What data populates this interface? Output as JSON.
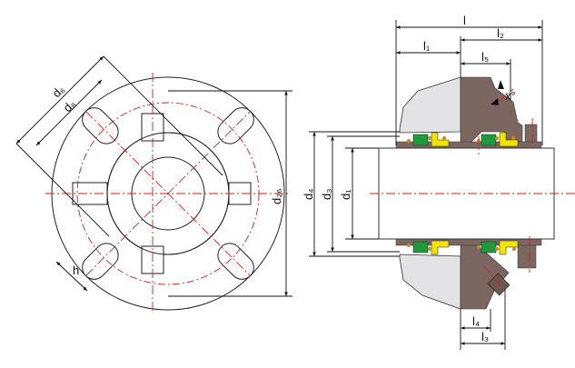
{
  "front_view": {
    "labels": {
      "d6": "d₆",
      "d8": "d₈",
      "d26": "d₂₆",
      "h": "h"
    }
  },
  "section_view": {
    "labels": {
      "l": "l",
      "l1": "l₁",
      "l2": "l₂",
      "l5": "l₅",
      "x": "x°",
      "d4": "d₄",
      "d3": "d₃",
      "d1": "d₁",
      "l4": "l₄",
      "l3": "l₃"
    }
  },
  "colors": {
    "housing": "#7b6760",
    "gland": "#e3e3e6",
    "seal_green": "#1e9a3c",
    "seal_yellow": "#f2e300",
    "oring": "#c48a2c",
    "centerline": "#d81e1e"
  }
}
